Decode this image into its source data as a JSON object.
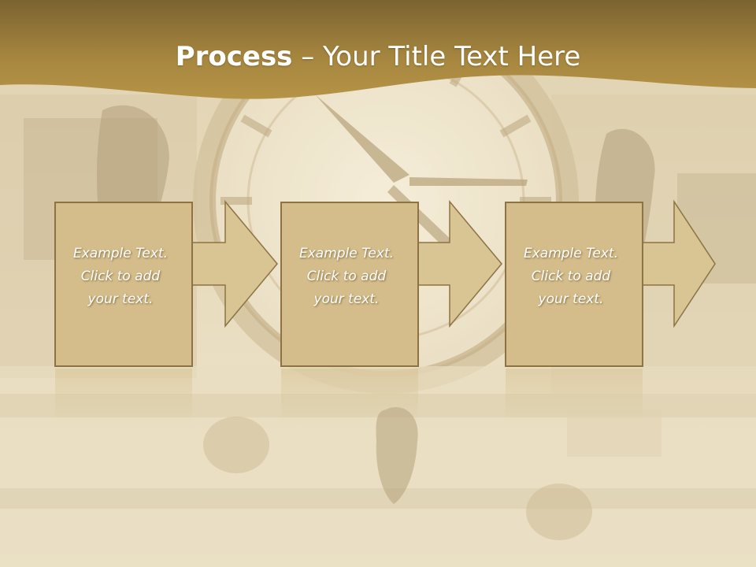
{
  "slide": {
    "title_bold": "Process",
    "title_rest": " – Your Title Text Here"
  },
  "steps": [
    {
      "line1": "Example Text.",
      "line2": "Click  to add",
      "line3": "your text."
    },
    {
      "line1": "Example Text.",
      "line2": "Click  to add",
      "line3": "your text."
    },
    {
      "line1": "Example Text.",
      "line2": "Click  to add",
      "line3": "your text."
    }
  ],
  "colors": {
    "header_gold": "#a8873f",
    "box_fill": "#d4bd8a",
    "box_stroke": "#8d7343",
    "arrow_fill": "#d9c493",
    "background": "#efe6cc"
  },
  "background_image": "clock-tower-photo"
}
